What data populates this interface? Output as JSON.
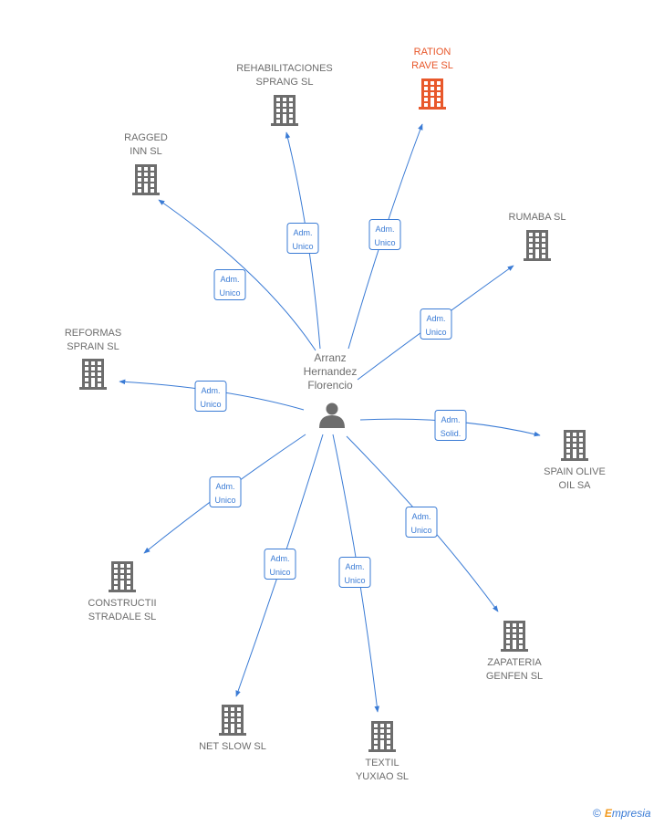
{
  "center": {
    "name_lines": [
      "Arranz",
      "Hernandez",
      "Florencio"
    ],
    "icon": "person-icon"
  },
  "colors": {
    "edge": "#3a7bd5",
    "building": "#6d6d6d",
    "highlight": "#e8582b"
  },
  "companies": [
    {
      "id": "rehabilitaciones-sprang",
      "lines": [
        "REHABILITACIONES",
        "SPRANG SL"
      ],
      "role": [
        "Adm.",
        "Unico"
      ],
      "highlight": false,
      "icon": "building-icon"
    },
    {
      "id": "ration-rave",
      "lines": [
        "RATION",
        "RAVE SL"
      ],
      "role": [
        "Adm.",
        "Unico"
      ],
      "highlight": true,
      "icon": "building-icon"
    },
    {
      "id": "ragged-inn",
      "lines": [
        "RAGGED",
        "INN SL"
      ],
      "role": [
        "Adm.",
        "Unico"
      ],
      "highlight": false,
      "icon": "building-icon"
    },
    {
      "id": "rumaba",
      "lines": [
        "RUMABA SL"
      ],
      "role": [
        "Adm.",
        "Unico"
      ],
      "highlight": false,
      "icon": "building-icon"
    },
    {
      "id": "reformas-sprain",
      "lines": [
        "REFORMAS",
        "SPRAIN SL"
      ],
      "role": [
        "Adm.",
        "Unico"
      ],
      "highlight": false,
      "icon": "building-icon"
    },
    {
      "id": "spain-olive-oil",
      "lines": [
        "SPAIN OLIVE",
        "OIL SA"
      ],
      "role": [
        "Adm.",
        "Solid."
      ],
      "highlight": false,
      "icon": "building-icon"
    },
    {
      "id": "constructii-stradale",
      "lines": [
        "CONSTRUCTII",
        "STRADALE SL"
      ],
      "role": [
        "Adm.",
        "Unico"
      ],
      "highlight": false,
      "icon": "building-icon"
    },
    {
      "id": "zapateria-genfen",
      "lines": [
        "ZAPATERIA",
        "GENFEN SL"
      ],
      "role": [
        "Adm.",
        "Unico"
      ],
      "highlight": false,
      "icon": "building-icon"
    },
    {
      "id": "net-slow",
      "lines": [
        "NET SLOW SL"
      ],
      "role": [
        "Adm.",
        "Unico"
      ],
      "highlight": false,
      "icon": "building-icon"
    },
    {
      "id": "textil-yuxiao",
      "lines": [
        "TEXTIL",
        "YUXIAO SL"
      ],
      "role": [
        "Adm.",
        "Unico"
      ],
      "highlight": false,
      "icon": "building-icon"
    }
  ],
  "brand": {
    "copyright": "©",
    "initial": "E",
    "rest": "mpresia"
  }
}
